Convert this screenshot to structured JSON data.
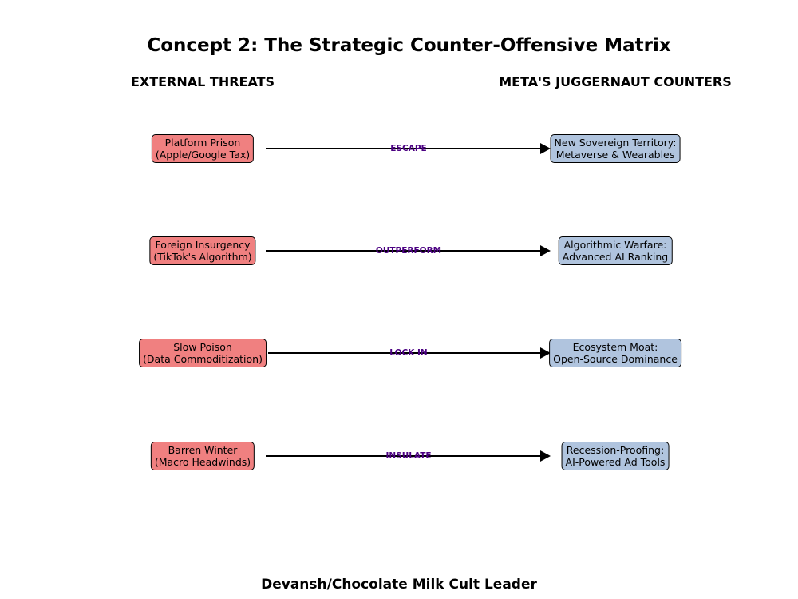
{
  "title": "Concept 2: The Strategic Counter-Offensive Matrix",
  "headers": {
    "left": "EXTERNAL THREATS",
    "right": "META'S JUGGERNAUT COUNTERS"
  },
  "rows": [
    {
      "threat": [
        "Platform Prison",
        "(Apple/Google Tax)"
      ],
      "action": "ESCAPE",
      "counter": [
        "New Sovereign Territory:",
        "Metaverse & Wearables"
      ]
    },
    {
      "threat": [
        "Foreign Insurgency",
        "(TikTok's Algorithm)"
      ],
      "action": "OUTPERFORM",
      "counter": [
        "Algorithmic Warfare:",
        "Advanced AI Ranking"
      ]
    },
    {
      "threat": [
        "Slow Poison",
        "(Data Commoditization)"
      ],
      "action": "LOCK IN",
      "counter": [
        "Ecosystem Moat:",
        "Open-Source Dominance"
      ]
    },
    {
      "threat": [
        "Barren Winter",
        "(Macro Headwinds)"
      ],
      "action": "INSULATE",
      "counter": [
        "Recession-Proofing:",
        "AI-Powered Ad Tools"
      ]
    }
  ],
  "footer": "Devansh/Chocolate Milk Cult Leader",
  "colors": {
    "threat_fill": "#f08080",
    "counter_fill": "#b0c4de",
    "action_label": "#4b0082"
  }
}
